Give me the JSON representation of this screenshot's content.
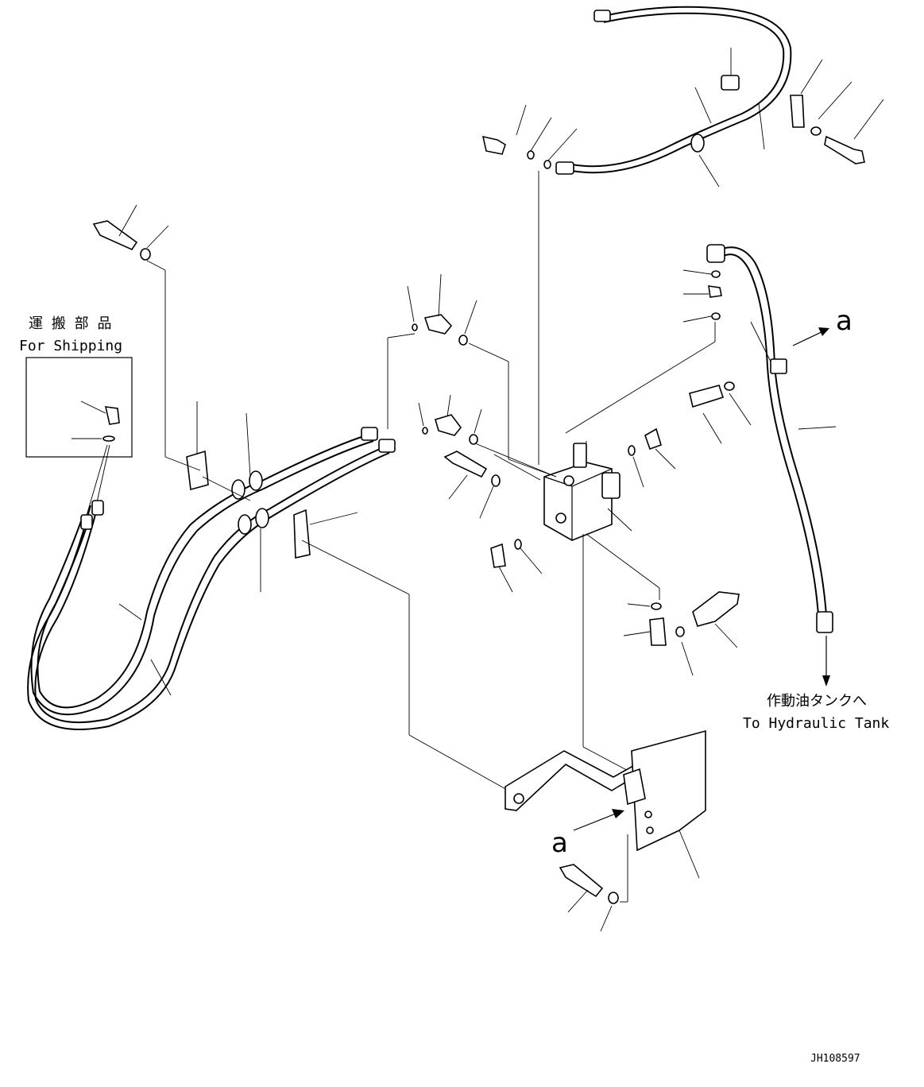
{
  "labels": {
    "shipping_jp": "運 搬 部 品",
    "shipping_en": "For Shipping",
    "tank_jp": "作動油タンクへ",
    "tank_en": "To Hydraulic Tank",
    "ref_a_top": "a",
    "ref_a_bottom": "a",
    "drawing_id": "JH108597"
  }
}
